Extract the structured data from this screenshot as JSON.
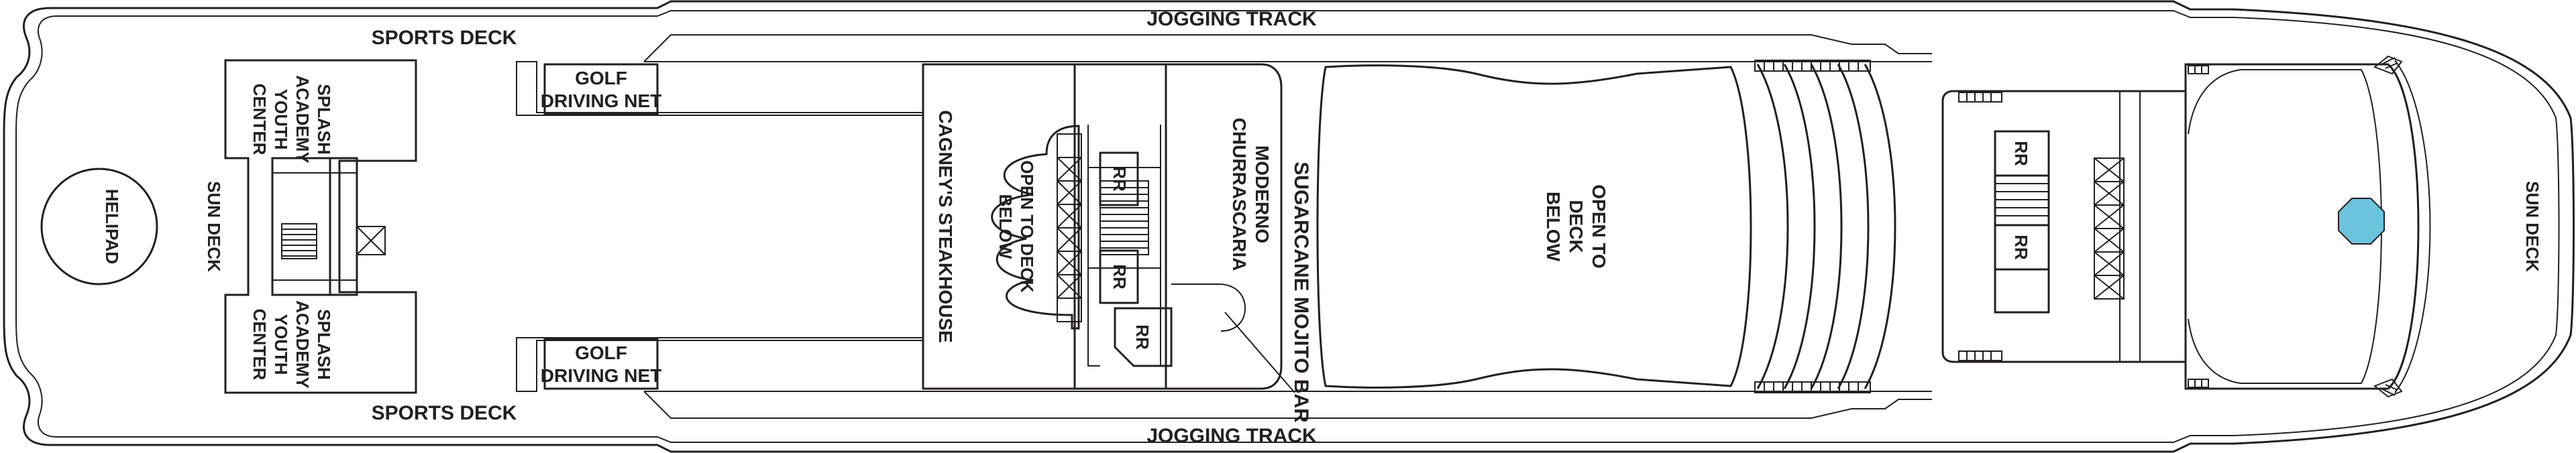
{
  "labels": {
    "sports_deck_top": "SPORTS DECK",
    "sports_deck_bottom": "SPORTS DECK",
    "jogging_track_top": "JOGGING TRACK",
    "jogging_track_bottom": "JOGGING TRACK",
    "helipad": "HELIPAD",
    "sun_deck_aft": "SUN DECK",
    "sun_deck_fwd": "SUN DECK",
    "splash_academy_top": [
      "SPLASH",
      "ACADEMY",
      "YOUTH",
      "CENTER"
    ],
    "splash_academy_bottom": [
      "SPLASH",
      "ACADEMY",
      "YOUTH",
      "CENTER"
    ],
    "golf_top": [
      "GOLF",
      "DRIVING NET"
    ],
    "golf_bottom": [
      "GOLF",
      "DRIVING NET"
    ],
    "cagneys": "CAGNEY'S STEAKHOUSE",
    "open_deck_left": [
      "OPEN TO DECK",
      "BELOW"
    ],
    "moderno": [
      "MODERNO",
      "CHURRASCARIA"
    ],
    "sugarcane": "SUGARCANE MOJITO BAR",
    "open_deck_center": [
      "OPEN TO",
      "DECK",
      "BELOW"
    ],
    "restroom": "RR"
  },
  "colors": {
    "line": "#231f20",
    "pool": "#6cc3dd"
  },
  "icons": {
    "pool": "hot-tub-octagon-icon",
    "stairs": "stairs-icon",
    "elevator": "elevator-icon"
  }
}
